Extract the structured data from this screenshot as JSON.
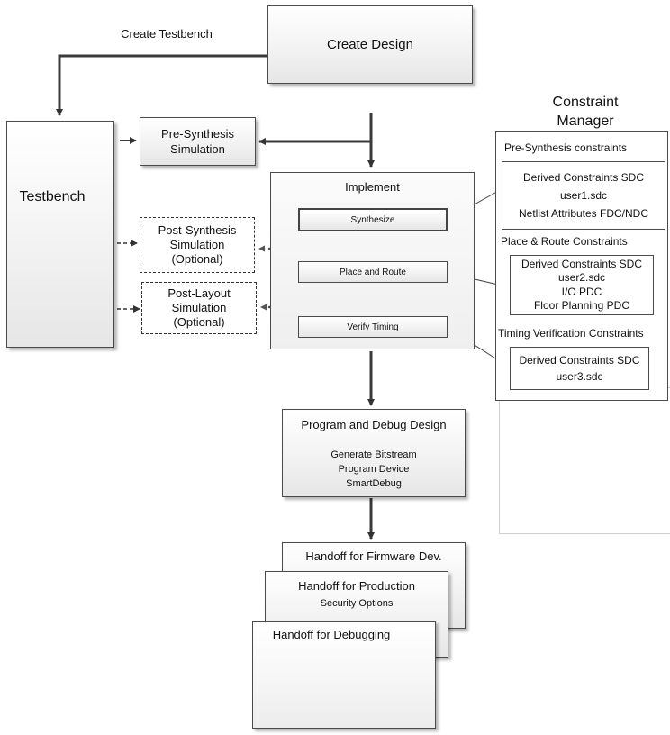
{
  "create_testbench_label": "Create Testbench",
  "create_design": "Create Design",
  "testbench": "Testbench",
  "pre_synthesis_sim": [
    "Pre-Synthesis",
    "Simulation"
  ],
  "post_synthesis_sim": [
    "Post-Synthesis",
    "Simulation",
    "(Optional)"
  ],
  "post_layout_sim": [
    "Post-Layout",
    "Simulation",
    "(Optional)"
  ],
  "implement": {
    "title": "Implement",
    "steps": [
      "Synthesize",
      "Place and Route",
      "Verify Timing"
    ]
  },
  "constraint_manager": {
    "title": [
      "Constraint",
      "Manager"
    ],
    "pre_synthesis": {
      "label": "Pre-Synthesis  constraints",
      "items": [
        "Derived Constraints SDC",
        "user1.sdc",
        "Netlist Attributes FDC/NDC"
      ]
    },
    "place_route": {
      "label": "Place & Route Constraints",
      "items": [
        "Derived Constraints SDC",
        "user2.sdc",
        "I/O  PDC",
        "Floor Planning PDC"
      ]
    },
    "timing": {
      "label": "Timing Verification Constraints",
      "items": [
        "Derived Constraints SDC",
        "user3.sdc"
      ]
    }
  },
  "program_debug": {
    "title": "Program and Debug Design",
    "items": [
      "Generate Bitstream",
      "Program Device",
      "SmartDebug"
    ]
  },
  "handoffs": {
    "firmware": "Handoff for Firmware Dev.",
    "production": "Handoff for Production",
    "production_sub": "Security Options",
    "debugging": "Handoff for Debugging"
  }
}
